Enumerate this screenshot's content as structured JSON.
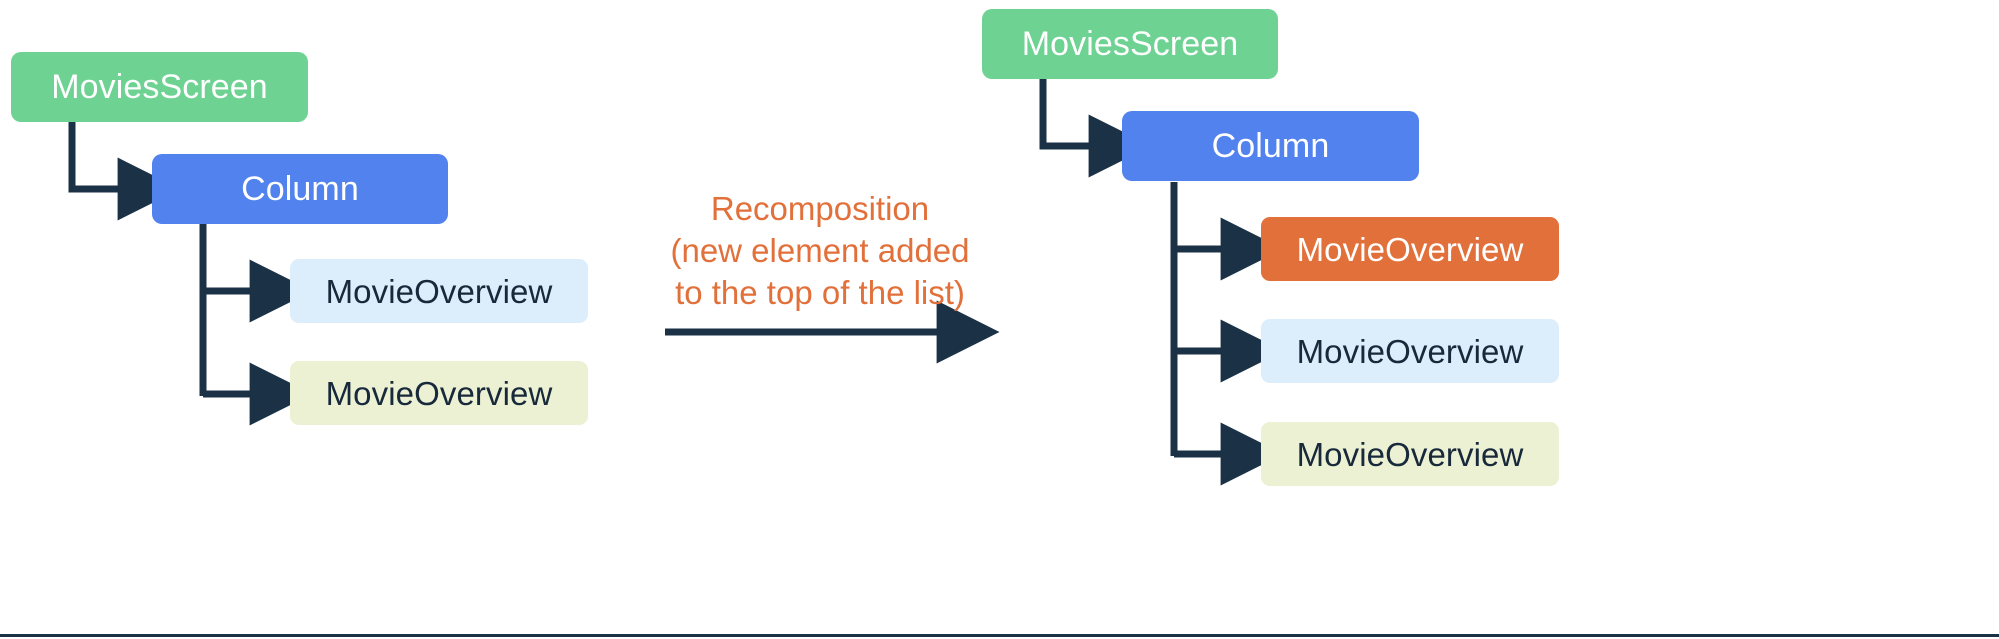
{
  "diagram": {
    "title_text_color": "#E2703A",
    "connector_color": "#1B3145",
    "caption": "Recomposition\n(new element added\nto the top of the list)",
    "before": {
      "root": {
        "label": "MoviesScreen",
        "color": "#6ED292"
      },
      "container": {
        "label": "Column",
        "color": "#5182EE"
      },
      "children": [
        {
          "label": "MovieOverview",
          "color": "#DCEDFB",
          "state": "existing-blue"
        },
        {
          "label": "MovieOverview",
          "color": "#EDF1D3",
          "state": "existing-yellow"
        }
      ]
    },
    "after": {
      "root": {
        "label": "MoviesScreen",
        "color": "#6ED292"
      },
      "container": {
        "label": "Column",
        "color": "#5182EE"
      },
      "children": [
        {
          "label": "MovieOverview",
          "color": "#E2703A",
          "state": "new-orange"
        },
        {
          "label": "MovieOverview",
          "color": "#DCEDFB",
          "state": "existing-blue"
        },
        {
          "label": "MovieOverview",
          "color": "#EDF1D3",
          "state": "existing-yellow"
        }
      ]
    }
  }
}
